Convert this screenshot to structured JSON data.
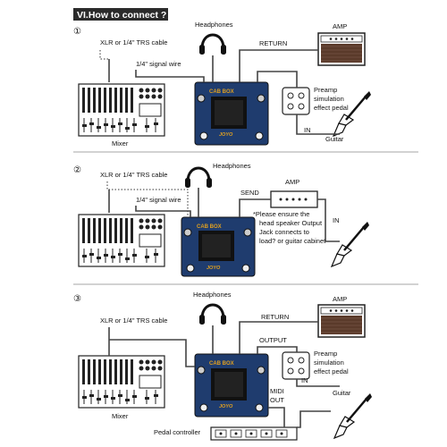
{
  "title": "VI.How to connect ?",
  "brand": "CAB BOX",
  "maker": "JOYO",
  "sections": [
    {
      "number": "①",
      "labels": {
        "headphones": "Headphones",
        "xlr": "XLR or 1/4\" TRS cable",
        "signal_wire": "1/4\" signal wire",
        "return": "RETURN",
        "amp": "AMP",
        "preamp": "Preamp\nsimulation\neffect pedal",
        "in": "IN",
        "guitar": "Guitar",
        "mixer": "Mixer"
      }
    },
    {
      "number": "②",
      "labels": {
        "headphones": "Headphones",
        "xlr": "XLR or 1/4\" TRS cable",
        "signal_wire": "1/4\" signal wire",
        "send": "SEND",
        "amp": "AMP",
        "note": "*Please ensure the\nhead speaker Output\nJack connects to\nload? or guitar cabinet",
        "in": "IN"
      }
    },
    {
      "number": "③",
      "labels": {
        "headphones": "Headphones",
        "xlr": "XLR or 1/4\" TRS cable",
        "return": "RETURN",
        "output": "OUTPUT",
        "amp": "AMP",
        "preamp": "Preamp\nsimulation\neffect pedal",
        "midi_out": "MIDI\nOUT",
        "in": "IN",
        "guitar": "Guitar",
        "mixer": "Mixer",
        "pedal_controller": "Pedal controller"
      }
    }
  ],
  "colors": {
    "title_bg": "#2b2b2b",
    "device_body": "#1f3c6e",
    "device_screen": "#111111",
    "brand_text": "#e0a020",
    "amp_grill": "#5a3a2a"
  },
  "icons": [
    "headphones-icon",
    "amp-icon",
    "mixer-icon",
    "guitar-icon",
    "pedal-icon",
    "cab-box-device",
    "pedal-controller-icon"
  ]
}
